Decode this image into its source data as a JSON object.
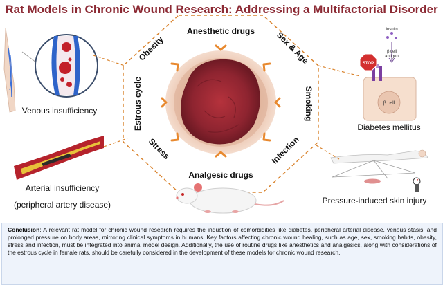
{
  "title": "Rat Models in Chronic Wound Research: Addressing a Multifactorial Disorder",
  "octagon_factors": {
    "top": "Anesthetic drugs",
    "top_left": "Obesity",
    "top_right": "Sex & Age",
    "left": "Estrous cycle",
    "right": "Smoking",
    "bottom_left": "Stress",
    "bottom_right": "Infection",
    "bottom": "Analgesic drugs"
  },
  "comorbidities": {
    "venous": "Venous insufficiency",
    "arterial_line1": "Arterial insufficiency",
    "arterial_line2": "(peripheral artery disease)",
    "diabetes": "Diabetes mellitus",
    "pressure": "Pressure-induced skin injury"
  },
  "diabetes_diagram": {
    "insulin": "Insulin",
    "stop": "STOP",
    "antigen_line1": "β cell",
    "antigen_line2": "antigen",
    "cell": "β cell"
  },
  "conclusion": {
    "label": "Conclusion",
    "text": ": A relevant rat model for chronic wound research requires the induction of comorbidities like diabetes, peripheral arterial disease, venous stasis, and prolonged pressure on body areas, mirroring clinical symptoms in humans. Key factors affecting chronic wound healing, such as age, sex, smoking habits, obesity, stress and infection, must be integrated into animal model design. Additionally, the use of routine drugs like anesthetics and analgesics, along with considerations of the estrous cycle in female rats, should be carefully considered in the development of these models for chronic wound research."
  },
  "colors": {
    "title": "#8c2a34",
    "octagon_dash": "#d9822b",
    "arrow": "#e8892f",
    "wound": "#a8323a",
    "conclusion_bg": "#eef3fb"
  }
}
